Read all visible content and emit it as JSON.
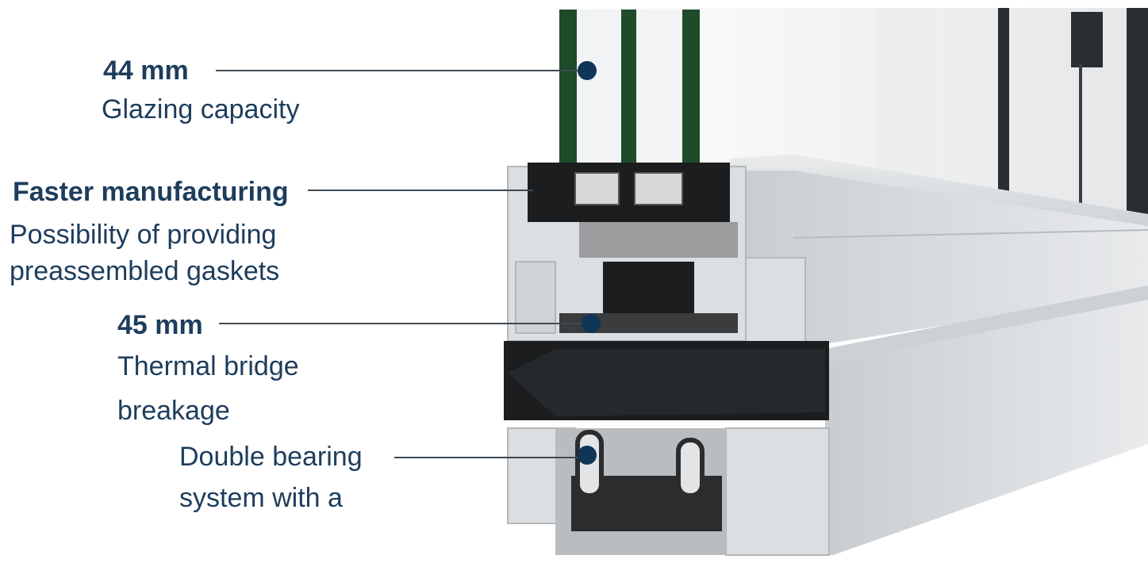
{
  "colors": {
    "text": "#1d3d5c",
    "dot": "#0f3557",
    "leader": "#404a52",
    "glass_green": "#1f4b2a",
    "aluminium": "#dcdfe1",
    "aluminium_shadow": "#bfc3c6",
    "polyamide": "#1b1d1f",
    "foam": "#9a9c9e"
  },
  "callouts": [
    {
      "value": "44 mm",
      "caption": [
        "Glazing capacity"
      ]
    },
    {
      "value": "Faster manufacturing",
      "caption": [
        "Possibility of providing",
        "preassembled gaskets"
      ]
    },
    {
      "value": "45 mm",
      "caption": [
        "Thermal bridge",
        "breakage"
      ]
    },
    {
      "value": "",
      "caption": [
        "Double bearing",
        "system with a"
      ]
    }
  ]
}
